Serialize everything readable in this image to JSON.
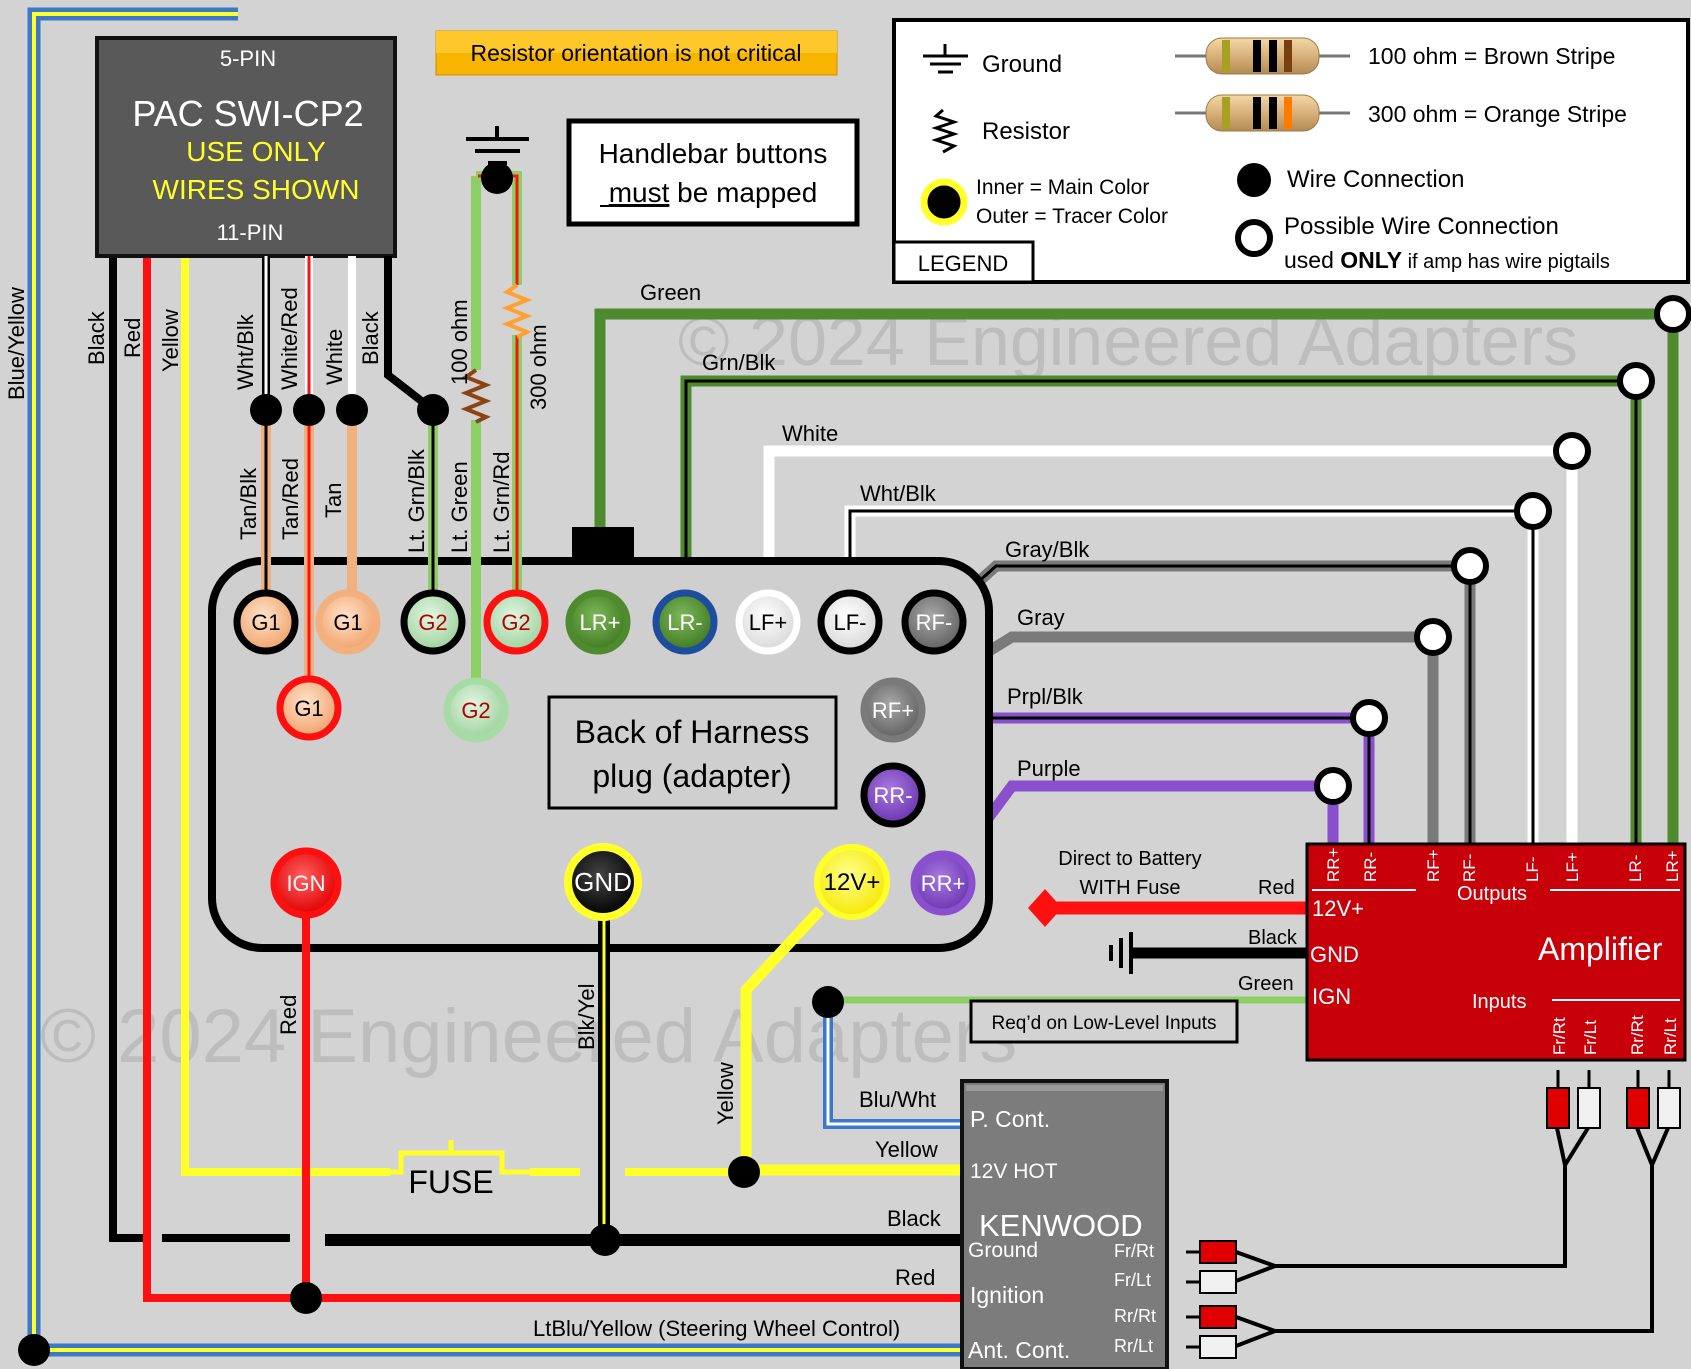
{
  "watermarks": [
    "© 2024 Engineered Adapters",
    "© 2024 Engineered Adapters"
  ],
  "notice": "Resistor orientation is not critical",
  "pac": {
    "top": "5-PIN",
    "name": "PAC SWI-CP2",
    "line1": "USE ONLY",
    "line2": "WIRES SHOWN",
    "bottom": "11-PIN"
  },
  "handlebar": {
    "line1": "Handlebar buttons",
    "must": "must",
    "rest": " be mapped"
  },
  "legend": {
    "title": "LEGEND",
    "ground": "Ground",
    "resistor": "Resistor",
    "inner": "Inner = Main Color",
    "outer": "Outer = Tracer Color",
    "r100": "100 ohm = Brown Stripe",
    "r300": "300 ohm = Orange Stripe",
    "wire_conn": "Wire Connection",
    "possible_1": "Possible Wire Connection",
    "possible_2a": "used ",
    "possible_2b": "ONLY",
    "possible_2c": " if amp has wire pigtails"
  },
  "harness": {
    "line1": "Back of Harness",
    "line2": "plug (adapter)"
  },
  "pins": {
    "g1a": "G1",
    "g1b": "G1",
    "g1c": "G1",
    "g2a": "G2",
    "g2b": "G2",
    "g2c": "G2",
    "lrp": "LR+",
    "lrn": "LR-",
    "lfp": "LF+",
    "lfn": "LF-",
    "rfn": "RF-",
    "rfp": "RF+",
    "rrn": "RR-",
    "rrp": "RR+",
    "ign": "IGN",
    "gnd": "GND",
    "v12": "12V+"
  },
  "wire_labels": {
    "blue_yellow": "Blue/Yellow",
    "black1": "Black",
    "red1": "Red",
    "yellow1": "Yellow",
    "wht_blk": "Wht/Blk",
    "white_red": "White/Red",
    "white": "White",
    "black2": "Black",
    "tan_blk": "Tan/Blk",
    "tan_red": "Tan/Red",
    "tan": "Tan",
    "lt_grn_blk": "Lt. Grn/Blk",
    "lt_green": "Lt. Green",
    "lt_grn_rd": "Lt. Grn/Rd",
    "ohm100": "100 ohm",
    "ohm300": "300 ohm",
    "green": "Green",
    "grn_blk": "Grn/Blk",
    "white_spk": "White",
    "wht_blk_spk": "Wht/Blk",
    "gray_blk": "Gray/Blk",
    "gray": "Gray",
    "prpl_blk": "Prpl/Blk",
    "purple": "Purple",
    "red_ign": "Red",
    "blk_yel": "Blk/Yel",
    "yellow_v": "Yellow",
    "blu_wht": "Blu/Wht",
    "yellow_h": "Yellow",
    "black_h": "Black",
    "red_h": "Red",
    "swc": "LtBlu/Yellow (Steering Wheel Control)",
    "direct1": "Direct to Battery",
    "direct2": "WITH Fuse",
    "amp_red": "Red",
    "amp_black": "Black",
    "amp_green": "Green",
    "reqd": "Req’d on Low-Level Inputs",
    "fuse": "FUSE"
  },
  "amplifier": {
    "title": "Amplifier",
    "outputs": "Outputs",
    "inputs": "Inputs",
    "out_terms": [
      "RR+",
      "RR-",
      "RF+",
      "RF-",
      "LF-",
      "LF+",
      "LR-",
      "LR+"
    ],
    "in_terms": [
      "Fr/Rt",
      "Fr/Lt",
      "Rr/Rt",
      "Rr/Lt"
    ],
    "v12": "12V+",
    "gnd": "GND",
    "ign": "IGN"
  },
  "kenwood": {
    "pcont": "P. Cont.",
    "hot": "12V HOT",
    "title": "KENWOOD",
    "ground": "Ground",
    "ignition": "Ignition",
    "ant": "Ant. Cont.",
    "frrt": "Fr/Rt",
    "frlt": "Fr/Lt",
    "rrrt": "Rr/Rt",
    "rrlt": "Rr/Lt"
  },
  "colors": {
    "background": "#d3d3d3",
    "red": "#ff1010",
    "yellow": "#ffff2a",
    "green": "#4e8a2e",
    "amp": "#c8000a",
    "purple": "#8a4fcc",
    "gray": "#7a7a7a",
    "tan": "#f2b07e"
  }
}
